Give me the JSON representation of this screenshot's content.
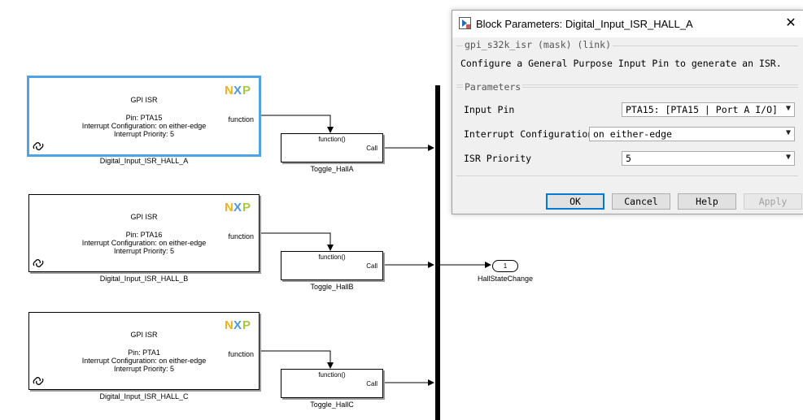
{
  "model": {
    "gpi_blocks": [
      {
        "title": "GPI ISR",
        "pin": "Pin: PTA15",
        "irq_config": "Interrupt Configuration: on either-edge",
        "priority": "Interrupt Priority: 5",
        "port": "function",
        "name": "Digital_Input_ISR_HALL_A",
        "logo": "NXP"
      },
      {
        "title": "GPI ISR",
        "pin": "Pin: PTA16",
        "irq_config": "Interrupt Configuration: on either-edge",
        "priority": "Interrupt Priority: 5",
        "port": "function",
        "name": "Digital_Input_ISR_HALL_B",
        "logo": "NXP"
      },
      {
        "title": "GPI ISR",
        "pin": "Pin: PTA1",
        "irq_config": "Interrupt Configuration: on either-edge",
        "priority": "Interrupt Priority: 5",
        "port": "function",
        "name": "Digital_Input_ISR_HALL_C",
        "logo": "NXP"
      }
    ],
    "toggle_blocks": [
      {
        "in_label": "function()",
        "out_label": "Call",
        "name": "Toggle_HallA"
      },
      {
        "in_label": "function()",
        "out_label": "Call",
        "name": "Toggle_HallB"
      },
      {
        "in_label": "function()",
        "out_label": "Call",
        "name": "Toggle_HallC"
      }
    ],
    "outport": {
      "number": "1",
      "name": "HallStateChange"
    }
  },
  "dialog": {
    "title": "Block Parameters: Digital_Input_ISR_HALL_A",
    "mask_header": "gpi_s32k_isr (mask) (link)",
    "description": "Configure a General Purpose Input Pin to generate an ISR.",
    "params_legend": "Parameters",
    "params": [
      {
        "label": "Input Pin",
        "value": "PTA15: [PTA15 | Port A I/O]"
      },
      {
        "label": "Interrupt Configuration",
        "value": "on either-edge"
      },
      {
        "label": "ISR Priority",
        "value": "5"
      }
    ],
    "buttons": {
      "ok": "OK",
      "cancel": "Cancel",
      "help": "Help",
      "apply": "Apply"
    },
    "close_glyph": "✕"
  }
}
